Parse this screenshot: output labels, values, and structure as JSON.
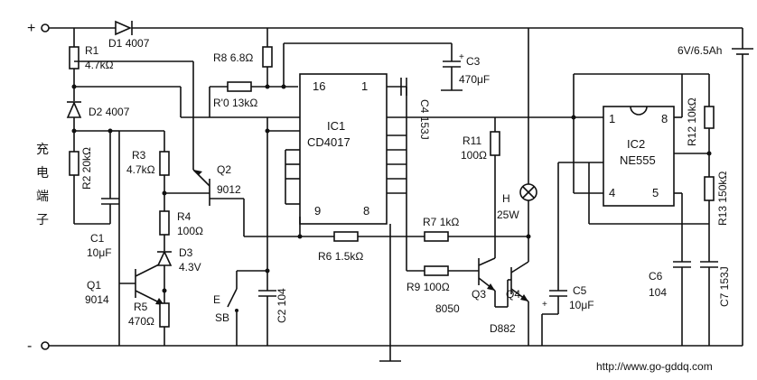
{
  "terminals": {
    "plus": "+",
    "minus": "-"
  },
  "charge_port_label": [
    "充",
    "电",
    "端",
    "子"
  ],
  "battery": {
    "label": "6V/6.5Ah"
  },
  "watermark": "http://www.go-gddq.com",
  "switch": {
    "label_e": "E",
    "label_sb": "SB"
  },
  "components": {
    "r1": {
      "ref": "R1",
      "value": "4.7kΩ"
    },
    "d1": {
      "ref": "D1",
      "value": "4007"
    },
    "d2": {
      "ref": "D2",
      "value": "4007"
    },
    "r2": {
      "ref": "R2",
      "value": "20kΩ"
    },
    "c1": {
      "ref": "C1",
      "value": "10μF"
    },
    "q1": {
      "ref": "Q1",
      "value": "9014"
    },
    "r3": {
      "ref": "R3",
      "value": "4.7kΩ"
    },
    "r4": {
      "ref": "R4",
      "value": "100Ω"
    },
    "d3": {
      "ref": "D3",
      "value": "4.3V"
    },
    "r5": {
      "ref": "R5",
      "value": "470Ω"
    },
    "q2": {
      "ref": "Q2",
      "value": "9012"
    },
    "r8": {
      "ref": "R8",
      "value": "6.8Ω"
    },
    "r10": {
      "ref": "R'0",
      "value": "13kΩ"
    },
    "c2": {
      "ref": "C2",
      "value": "104"
    },
    "ic1": {
      "ref": "IC1",
      "part": "CD4017",
      "pin16": "16",
      "pin1": "1",
      "pin9": "9",
      "pin8": "8"
    },
    "c3": {
      "ref": "C3",
      "value": "470μF"
    },
    "c4": {
      "ref": "C4",
      "value": "153J"
    },
    "r6": {
      "ref": "R6",
      "value": "1.5kΩ"
    },
    "r7": {
      "ref": "R7",
      "value": "1kΩ"
    },
    "r9": {
      "ref": "R9",
      "value": "100Ω"
    },
    "r11": {
      "ref": "R11",
      "value": "100Ω"
    },
    "q3": {
      "ref": "Q3",
      "value": "8050"
    },
    "q4": {
      "ref": "Q4",
      "value": "D882"
    },
    "lamp": {
      "ref": "H",
      "value": "25W"
    },
    "c5": {
      "ref": "C5",
      "value": "10μF"
    },
    "ic2": {
      "ref": "IC2",
      "part": "NE555",
      "pin1": "1",
      "pin8": "8",
      "pin4": "4",
      "pin5": "5"
    },
    "r12": {
      "ref": "R12",
      "value": "10kΩ"
    },
    "r13": {
      "ref": "R13",
      "value": "150kΩ"
    },
    "c6": {
      "ref": "C6",
      "value": "104"
    },
    "c7": {
      "ref": "C7",
      "value": "153J"
    }
  }
}
